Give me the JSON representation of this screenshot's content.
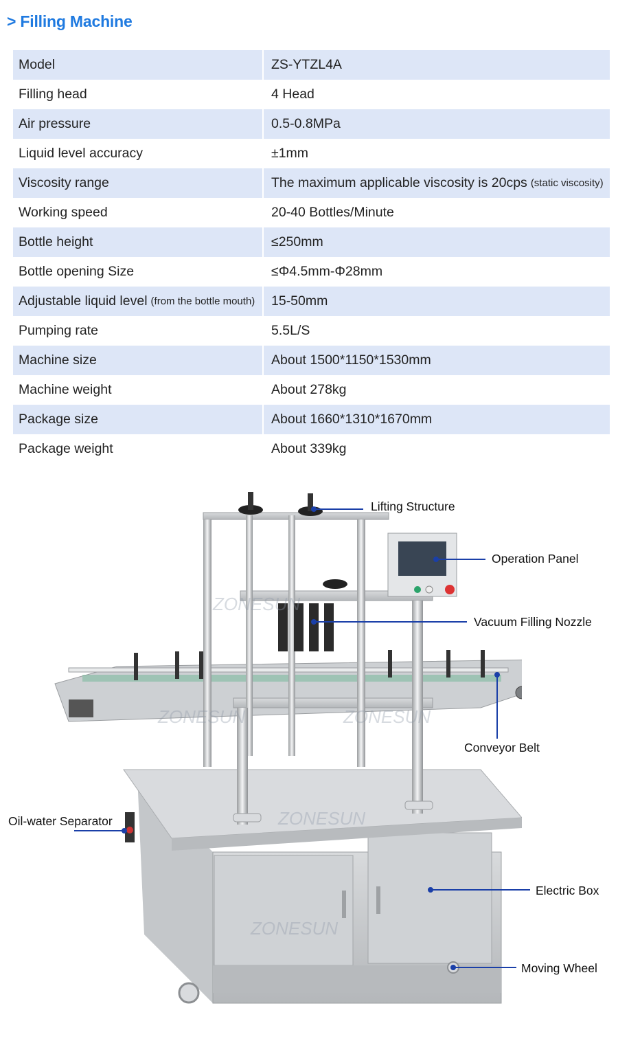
{
  "header": {
    "title": "> Filling Machine"
  },
  "specs": [
    {
      "label": "Model",
      "value": "ZS-YTZL4A"
    },
    {
      "label": "Filling head",
      "value": "4 Head"
    },
    {
      "label": "Air pressure",
      "value": "0.5-0.8MPa"
    },
    {
      "label": "Liquid level accuracy",
      "value": "±1mm"
    },
    {
      "label": "Viscosity range",
      "value": "The maximum applicable viscosity is 20cps",
      "value_note": "(static viscosity)"
    },
    {
      "label": "Working speed",
      "value": "20-40 Bottles/Minute"
    },
    {
      "label": "Bottle height",
      "value": "≤250mm"
    },
    {
      "label": "Bottle opening Size",
      "value": "≤Φ4.5mm-Φ28mm"
    },
    {
      "label": "Adjustable liquid level",
      "label_note": "(from the bottle mouth)",
      "value": "15-50mm"
    },
    {
      "label": "Pumping rate",
      "value": "5.5L/S"
    },
    {
      "label": "Machine size",
      "value": "About 1500*1150*1530mm"
    },
    {
      "label": "Machine weight",
      "value": "About 278kg"
    },
    {
      "label": "Package size",
      "value": "About 1660*1310*1670mm"
    },
    {
      "label": "Package weight",
      "value": "About 339kg"
    }
  ],
  "diagram": {
    "watermark": "ZONESUN",
    "callouts": {
      "lifting": "Lifting Structure",
      "panel": "Operation Panel",
      "nozzle": "Vacuum Filling Nozzle",
      "conveyor": "Conveyor Belt",
      "separator": "Oil-water Separator",
      "electric": "Electric Box",
      "wheel": "Moving Wheel"
    }
  },
  "colors": {
    "accent": "#1f7ae0",
    "row_shade": "#dde6f7",
    "leader": "#1a3fa8"
  }
}
